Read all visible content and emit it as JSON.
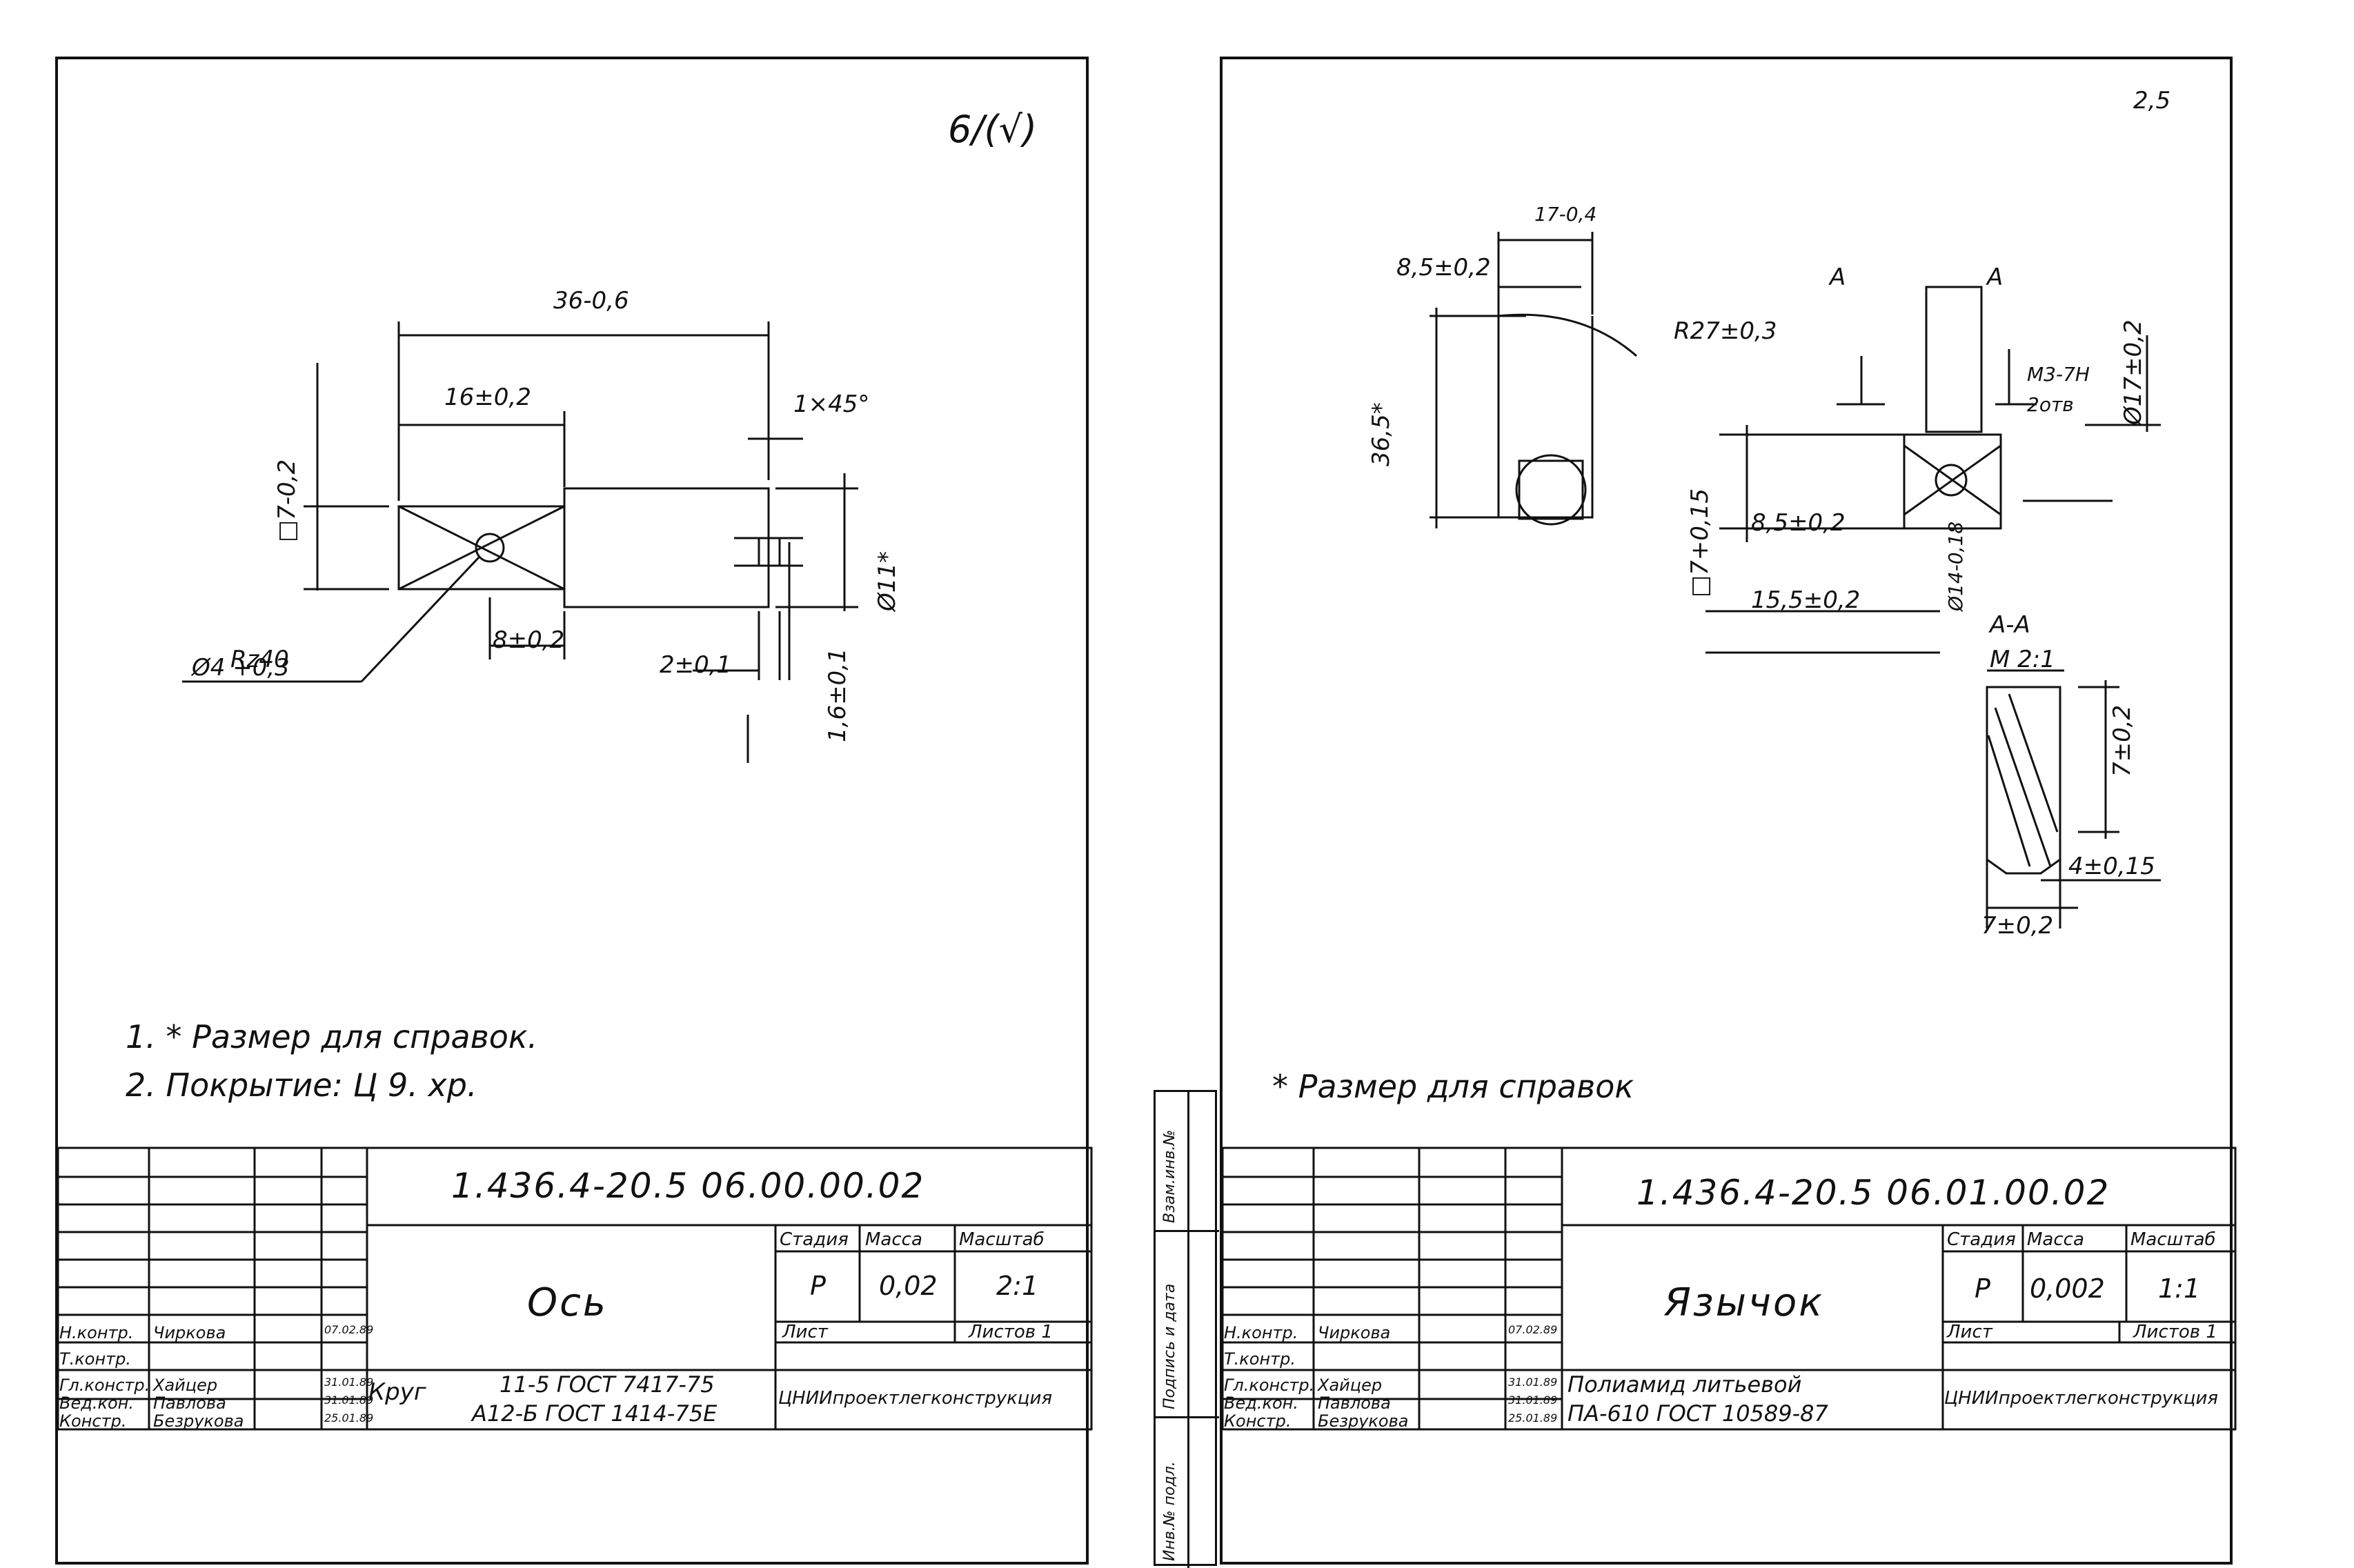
{
  "left_sheet": {
    "roughness_symbol": "6/(√)",
    "dims": {
      "len_total": "36-0,6",
      "len_16": "16±0,2",
      "len_8": "8±0,2",
      "len_2": "2±0,1",
      "sq_7": "□7-0,2",
      "dia_11": "Ø11*",
      "dia_4": "Ø4 +0,3",
      "h_16": "1,6±0,1",
      "chamfer": "1×45°",
      "rz40": "Rz40"
    },
    "notes": [
      "1. * Размер для справок.",
      "2. Покрытие: Ц 9. хр."
    ],
    "title_block": {
      "code": "1.436.4-20.5 06.00.00.02",
      "name": "Ось",
      "stage_label": "Стадия",
      "mass_label": "Масса",
      "scale_label": "Масштаб",
      "stage": "Р",
      "mass": "0,02",
      "scale": "2:1",
      "sheet_label": "Лист",
      "sheets_label": "Листов 1",
      "material_prefix": "Круг",
      "material_line1": "11-5 ГОСТ 7417-75",
      "material_line2": "А12-Б ГОСТ 1414-75Е",
      "org": "ЦНИИпроектлегконструкция",
      "roles": [
        "Н.контр.",
        "Т.контр.",
        "Гл.констр.",
        "Вед.кон.",
        "Констр."
      ],
      "names": [
        "Чиркова",
        "",
        "Хайцер",
        "Павлова",
        "Безрукова"
      ],
      "dates": [
        "07.02.89",
        "",
        "31.01.89",
        "31.01.89",
        "25.01.89"
      ]
    }
  },
  "right_sheet": {
    "roughness_symbol": "2,5",
    "dims": {
      "w_17": "17-0,4",
      "w_85": "8,5±0,2",
      "h_365": "36,5*",
      "r_27": "R27±0,3",
      "thread": "М3-7Н",
      "thread_count": "2отв",
      "dia_17": "Ø17±0,2",
      "sq_7": "□7+0,15",
      "len_85": "8,5±0,2",
      "len_155": "15,5±0,2",
      "dia_14": "Ø14-0,18",
      "section": "А-А",
      "section_scale": "М 2:1",
      "sec_h": "7±0,2",
      "sec_w": "4±0,15",
      "sec_b": "7±0,2",
      "cut_a": "А"
    },
    "notes": [
      "* Размер для справок"
    ],
    "side_labels": [
      "Инв.№ подл.",
      "Подпись и дата",
      "Взам.инв.№"
    ],
    "title_block": {
      "code": "1.436.4-20.5 06.01.00.02",
      "name": "Язычок",
      "stage_label": "Стадия",
      "mass_label": "Масса",
      "scale_label": "Масштаб",
      "stage": "Р",
      "mass": "0,002",
      "scale": "1:1",
      "sheet_label": "Лист",
      "sheets_label": "Листов 1",
      "material_line1": "Полиамид литьевой",
      "material_line2": "ПА-610 ГОСТ 10589-87",
      "org": "ЦНИИпроектлегконструкция",
      "roles": [
        "Н.контр.",
        "Т.контр.",
        "Гл.констр.",
        "Вед.кон.",
        "Констр."
      ],
      "names": [
        "Чиркова",
        "",
        "Хайцер",
        "Павлова",
        "Безрукова"
      ],
      "dates": [
        "07.02.89",
        "",
        "31.01.89",
        "31.01.89",
        "25.01.89"
      ]
    }
  }
}
